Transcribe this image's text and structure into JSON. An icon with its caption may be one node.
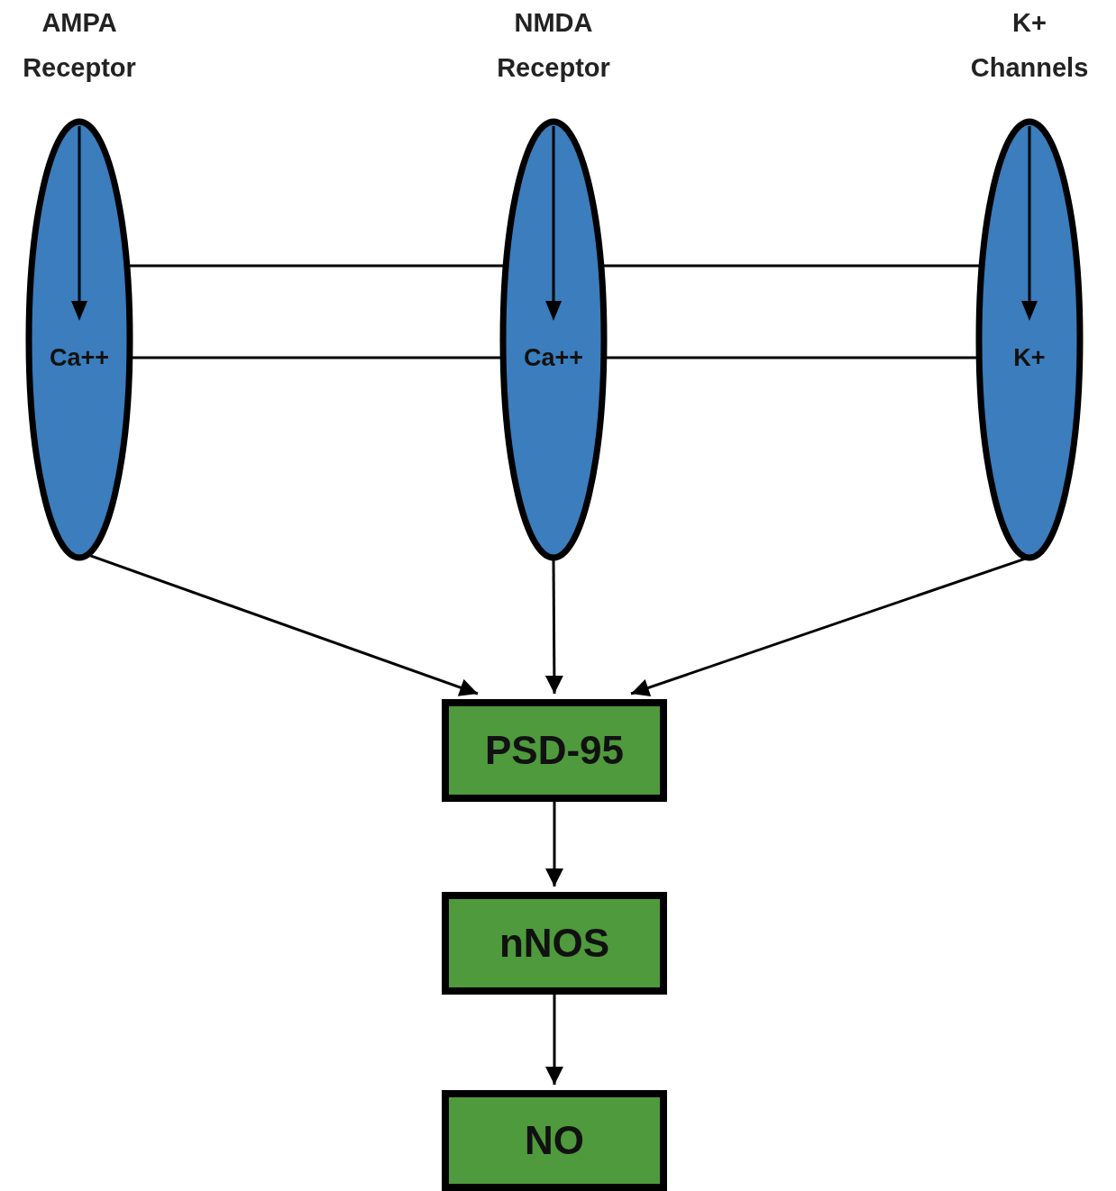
{
  "diagram": {
    "nodes": [
      {
        "text": [
          "AMPA Receptor",
          "Ca++"
        ]
      },
      {
        "text": [
          "NMDA Receptor",
          "Ca++"
        ]
      },
      {
        "text": [
          "K+ Channels",
          "K+"
        ]
      },
      {
        "text": [
          "PSD-95"
        ]
      },
      {
        "text": [
          "nNOS"
        ]
      },
      {
        "text": [
          "NO"
        ]
      }
    ],
    "edges": [
      {
        "from": 0,
        "to": 1,
        "arrow": "none"
      },
      {
        "from": 1,
        "to": 2,
        "arrow": "none"
      },
      {
        "from": 0,
        "to": 1,
        "arrow": "none"
      },
      {
        "from": 1,
        "to": 2,
        "arrow": "none"
      },
      {
        "from": 0,
        "to": 3,
        "arrow": "to"
      },
      {
        "from": 1,
        "to": 3,
        "arrow": "to"
      },
      {
        "from": 2,
        "to": 3,
        "arrow": "to"
      },
      {
        "from": 3,
        "to": 4,
        "arrow": "to"
      },
      {
        "from": 4,
        "to": 5,
        "arrow": "to"
      }
    ]
  }
}
